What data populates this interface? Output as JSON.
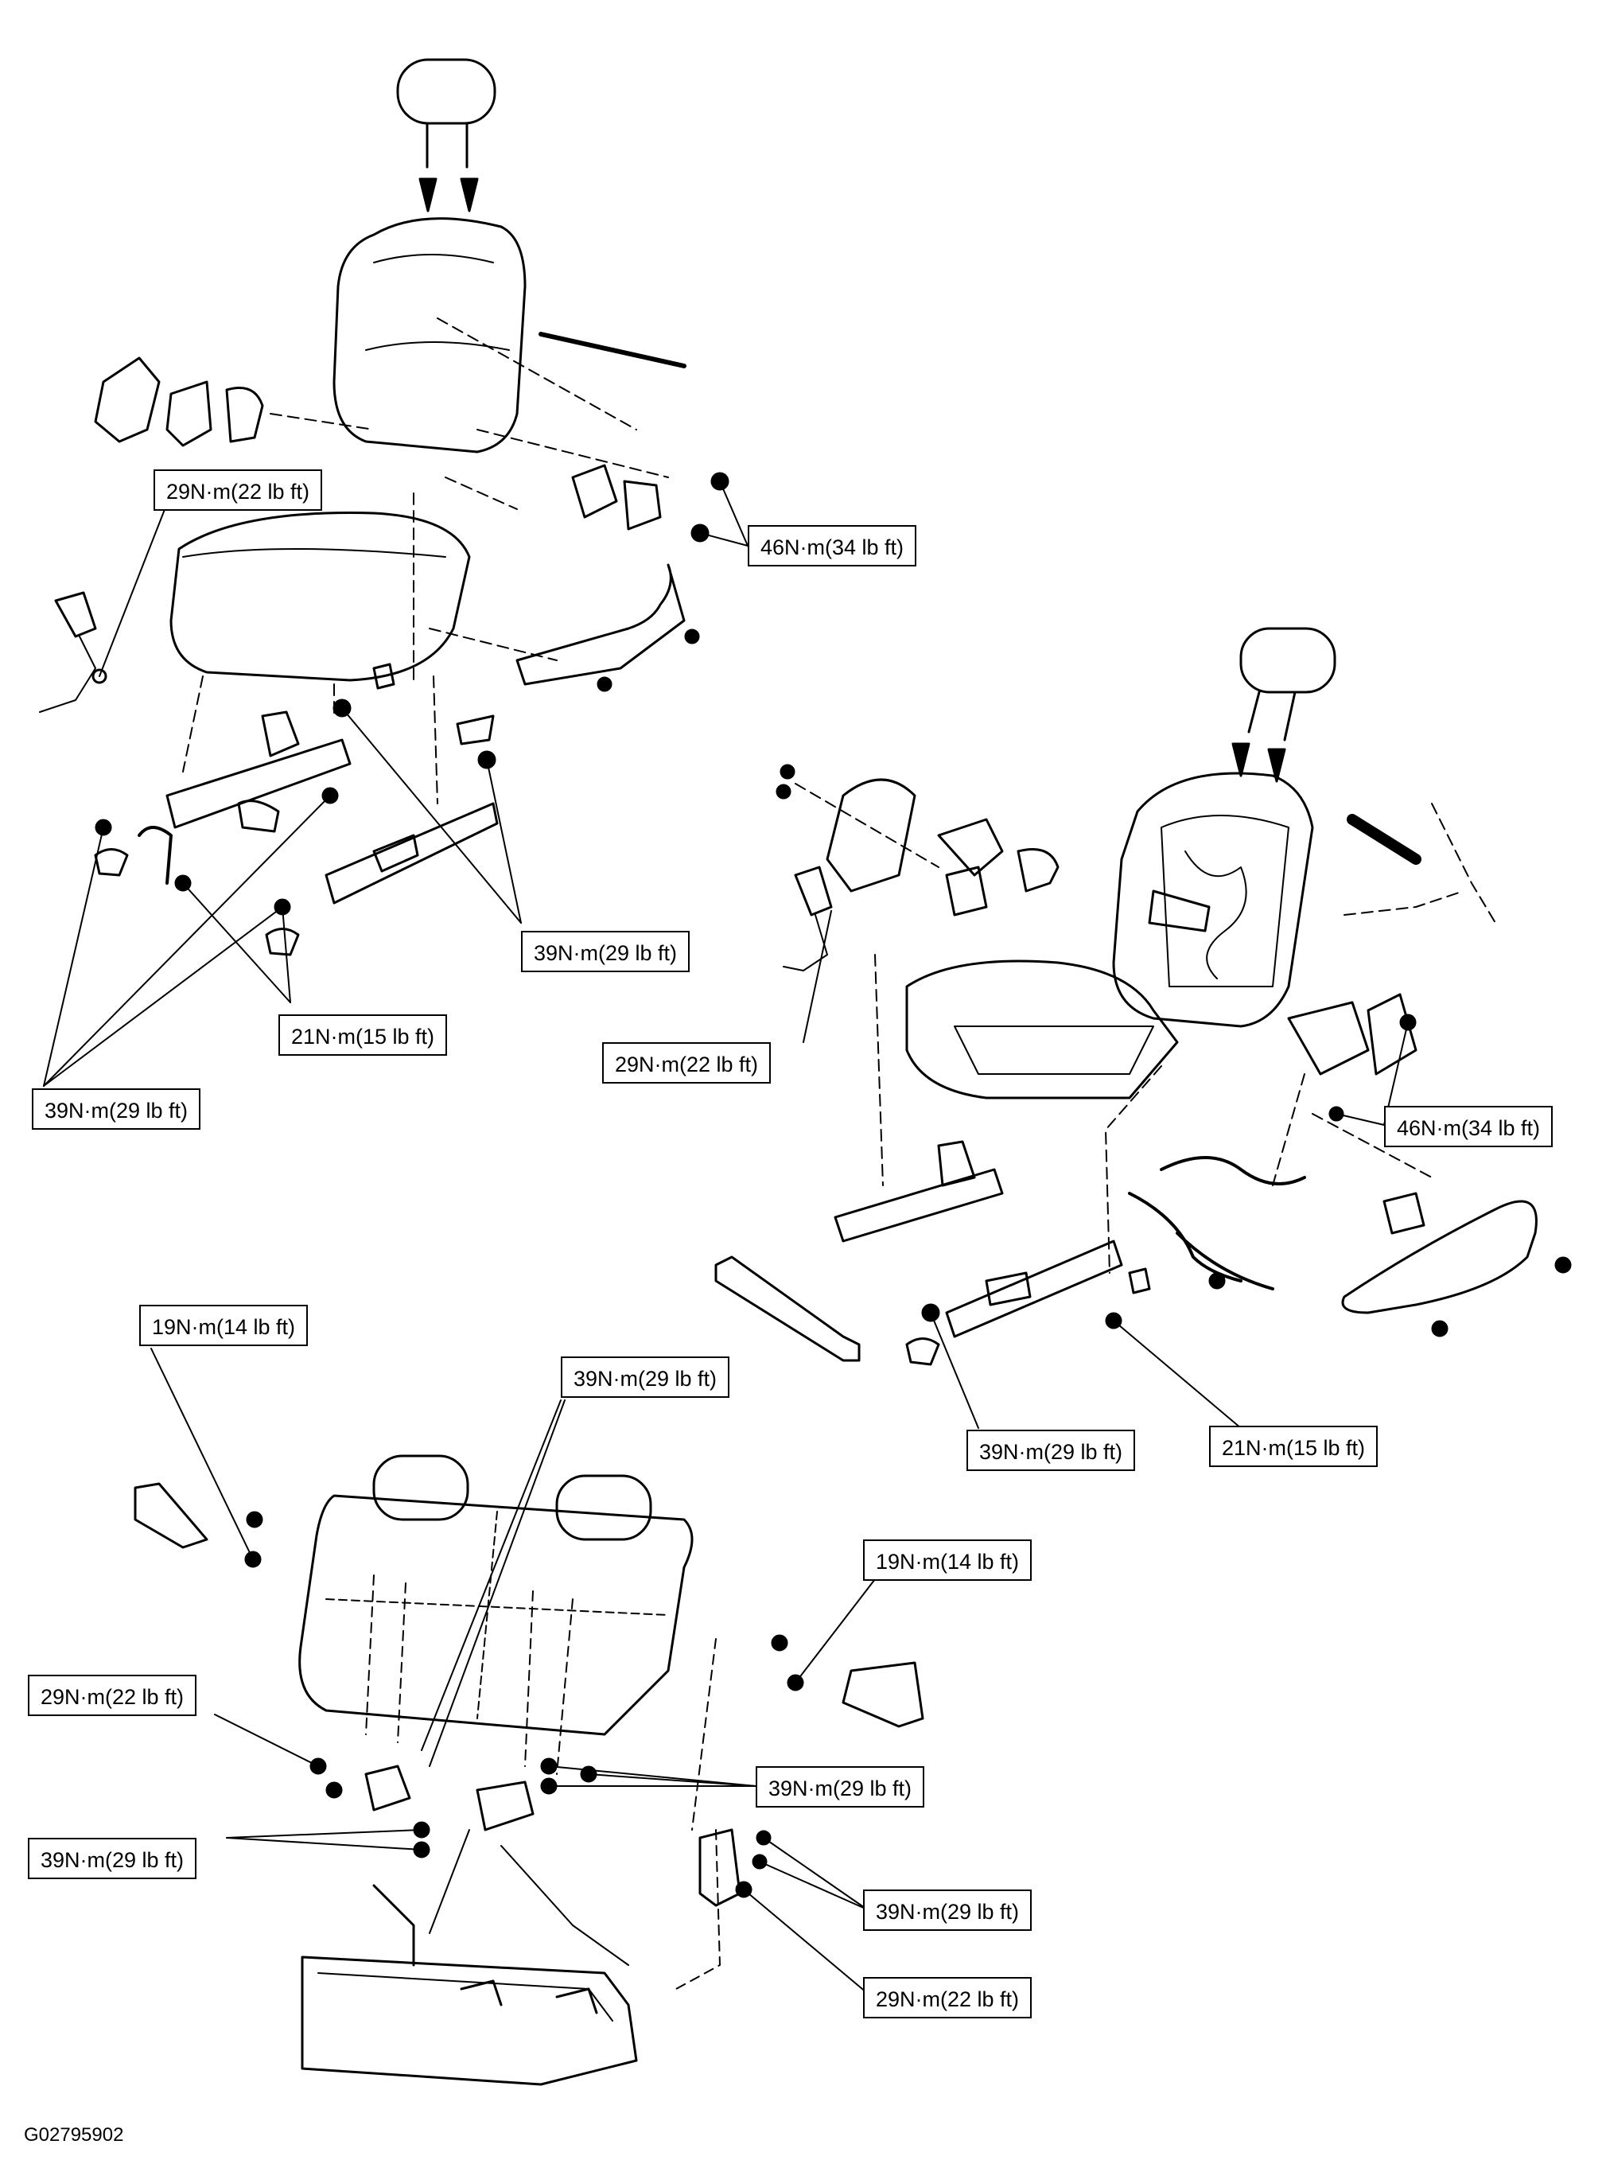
{
  "figure_code": "G02795902",
  "torque_labels": {
    "fs_top_left": "29N·m(22 lb ft)",
    "fs_recliner_bolt": "46N·m(34 lb ft)",
    "fs_track_bolts_right": "39N·m(29 lb ft)",
    "fs_track_bolts_small": "21N·m(15 lb ft)",
    "fs_track_bolts_left": "39N·m(29 lb ft)",
    "fs2_buckle": "29N·m(22 lb ft)",
    "fs2_recliner_bolt": "46N·m(34 lb ft)",
    "fs2_track_left": "39N·m(29 lb ft)",
    "fs2_track_right": "21N·m(15 lb ft)",
    "rs_hinge_left": "19N·m(14 lb ft)",
    "rs_belt_anchor": "39N·m(29 lb ft)",
    "rs_hinge_right": "19N·m(14 lb ft)",
    "rs_buckle_left": "29N·m(22 lb ft)",
    "rs_center_bolts": "39N·m(29 lb ft)",
    "rs_lower_left_bolts": "39N·m(29 lb ft)",
    "rs_right_bracket_bolts": "39N·m(29 lb ft)",
    "rs_right_buckle": "29N·m(22 lb ft)"
  }
}
